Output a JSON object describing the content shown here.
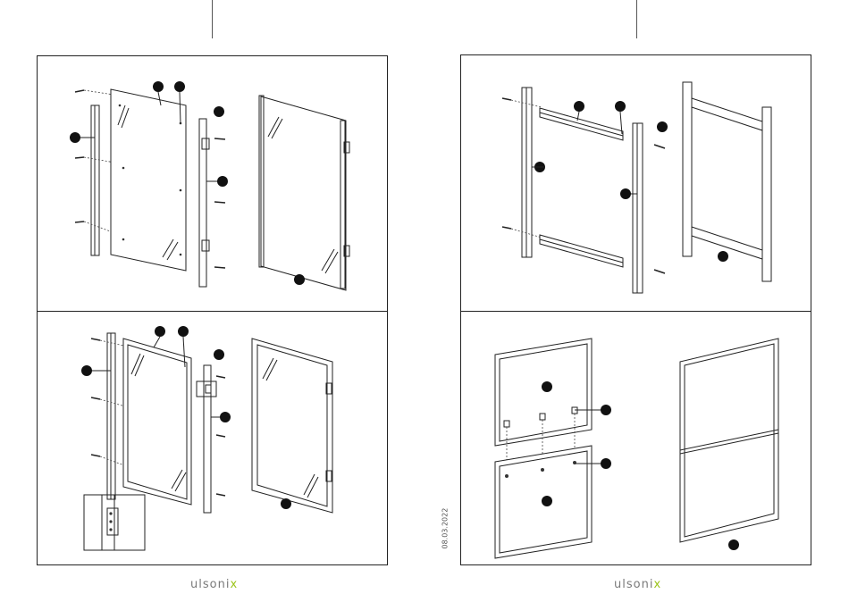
{
  "brand": {
    "left_name": "ulsoni",
    "left_accent": "x",
    "right_name": "ulsoni",
    "right_accent": "x",
    "accent_color": "#9bc41a"
  },
  "footer": {
    "date": "08.03.2022"
  },
  "icons": {
    "callout": "callout-dot-icon",
    "screw": "screw-icon",
    "hinge": "hinge-icon"
  }
}
